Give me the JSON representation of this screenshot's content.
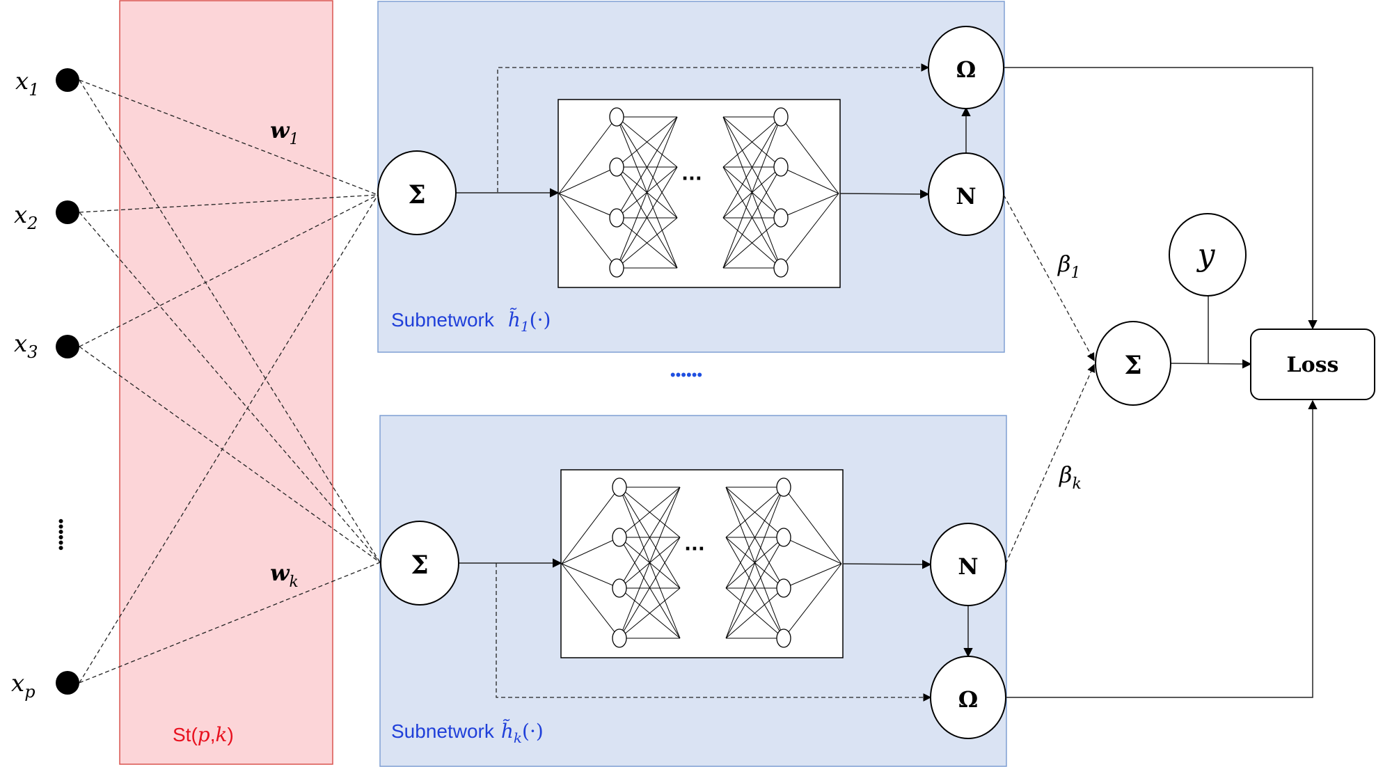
{
  "inputs": [
    {
      "base": "x",
      "sub": "1"
    },
    {
      "base": "x",
      "sub": "2"
    },
    {
      "base": "x",
      "sub": "3"
    },
    {
      "base": "x",
      "sub": "p"
    }
  ],
  "input_ellipsis": "••••••",
  "stiefel_label": {
    "prefix": "St(",
    "p": "p",
    "comma": ",",
    "k": "k",
    "suffix": ")"
  },
  "weight_labels": [
    {
      "base": "w",
      "sub": "1"
    },
    {
      "base": "w",
      "sub": "k"
    }
  ],
  "subnetworks": [
    {
      "label": "Subnetwork",
      "func_base": "h̃",
      "func_sub": "1",
      "func_arg": "(·)"
    },
    {
      "label": "Subnetwork",
      "func_base": "h̃",
      "func_sub": "k",
      "func_arg": "(·)"
    }
  ],
  "subnetwork_ellipsis": "••••••",
  "hidden_ellipsis": "···",
  "node_symbols": {
    "sum": "Σ",
    "norm": "N",
    "omega": "Ω"
  },
  "betas": [
    {
      "base": "β",
      "sub": "1"
    },
    {
      "base": "β",
      "sub": "k"
    }
  ],
  "target": "y",
  "loss": "Loss",
  "colors": {
    "stiefel_fill": "#fcd5d8",
    "stiefel_border": "#d9534f",
    "stiefel_text": "#e8101e",
    "subnet_fill": "#dae3f3",
    "subnet_border": "#7f9fd3",
    "subnet_text": "#1f3fd9",
    "ellipsis_blue": "#1f4fe0"
  }
}
